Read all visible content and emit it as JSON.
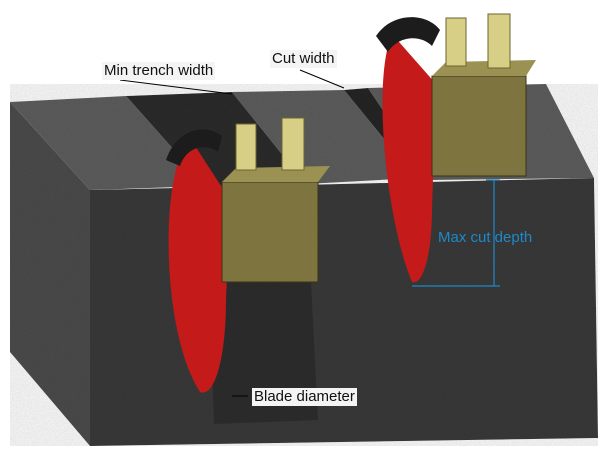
{
  "labels": {
    "min_trench_width": "Min trench width",
    "cut_width": "Cut width",
    "max_cut_depth": "Max cut depth",
    "blade_diameter": "Blade diameter"
  },
  "colors": {
    "background": "#ffffff",
    "ground_front": "#3a3a3a",
    "ground_side": "#4c4c4c",
    "ground_top": "#5e5e5e",
    "blade": "#c41a1a",
    "blade_guard": "#1c1c1c",
    "housing": "#7d7440",
    "housing_dark": "#5b5328",
    "bracket": "#d7cf86",
    "depth_annotation": "#1e88c8",
    "leader_line": "#000000"
  },
  "icons": {
    "left_machine": "trench-cutter-icon",
    "right_machine": "trench-cutter-icon"
  }
}
